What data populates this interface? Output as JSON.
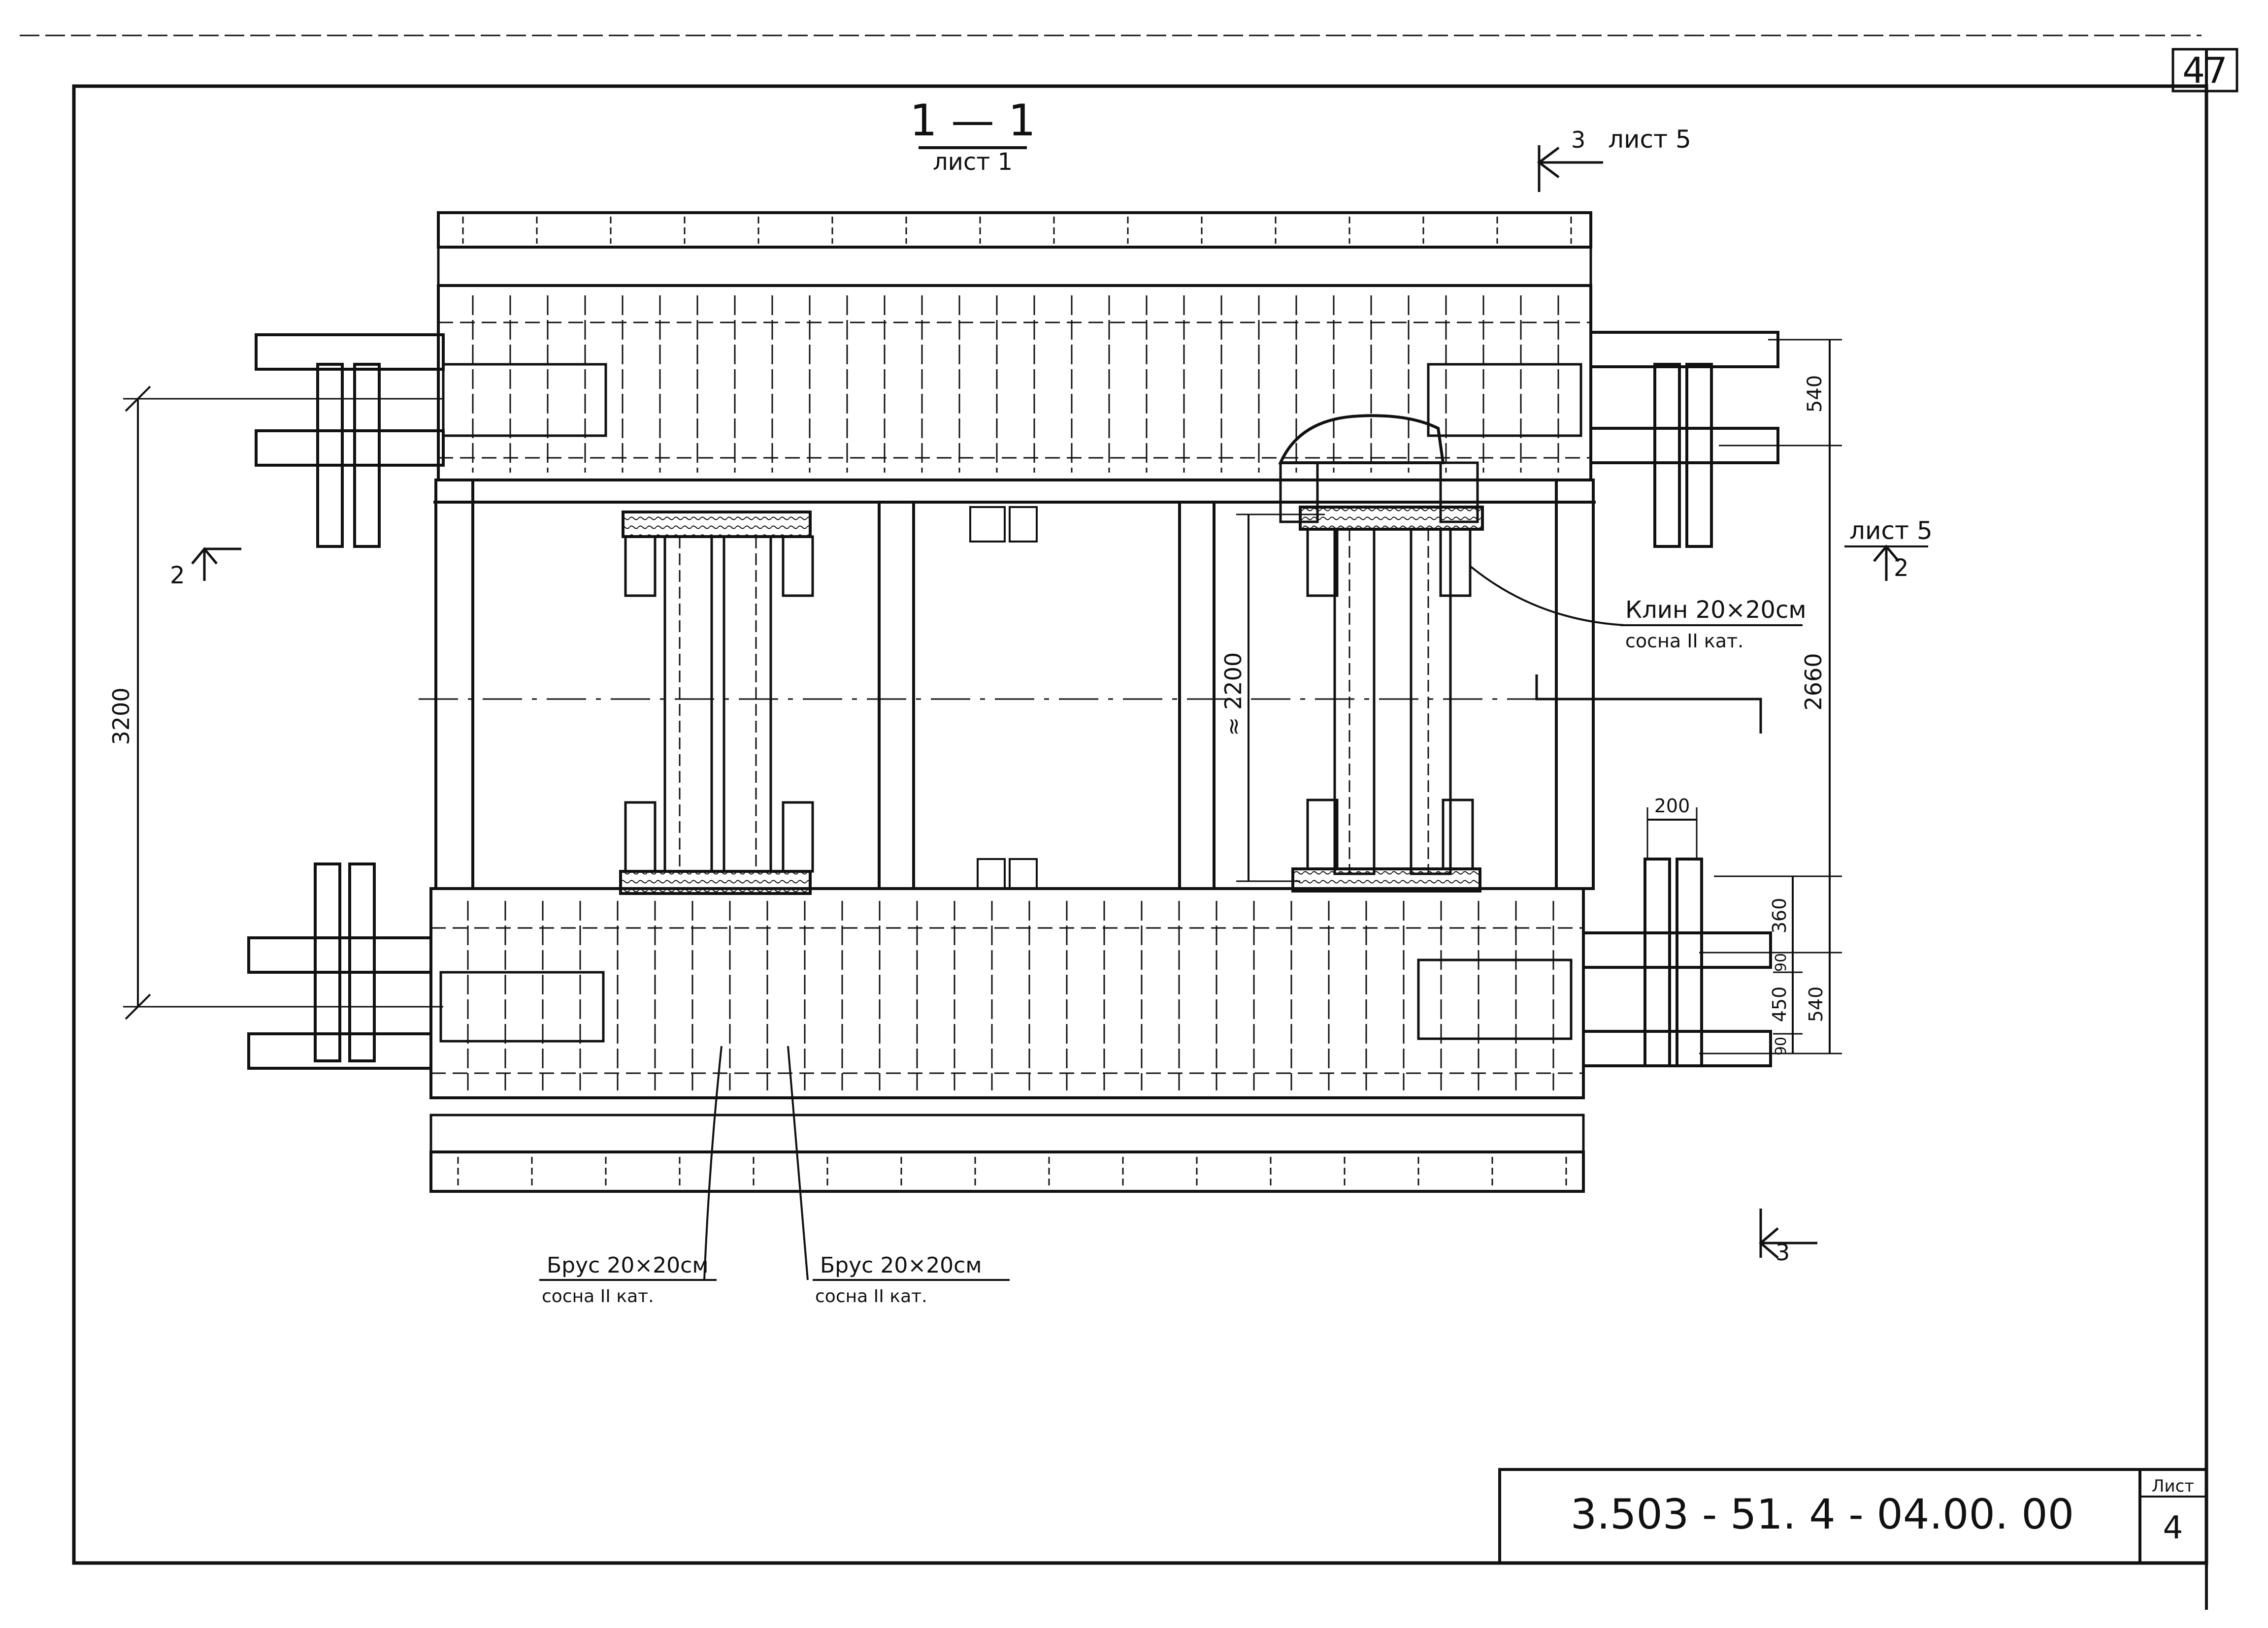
{
  "sheet": {
    "page_number": "47",
    "code": "3.503 - 51. 4 - 04.00. 00",
    "sheet_label": "Лист",
    "sheet_number": "4"
  },
  "section": {
    "title": "1 — 1",
    "ref": "лист 1"
  },
  "markers": {
    "m3_top": "3",
    "m3_top_ref": "лист 5",
    "m2_left": "2",
    "m2_right_ref": "лист 5",
    "m2_right": "2",
    "m3_bottom": "3"
  },
  "dimensions": {
    "d3200": "3200",
    "d2200": "≈ 2200",
    "d2660": "2660",
    "d540_top": "540",
    "d200": "200",
    "d360": "360",
    "d90a": "90",
    "d450": "450",
    "d540_bot": "540",
    "d90b": "90"
  },
  "callouts": {
    "klin_main": "Клин 20×20см",
    "klin_sub": "сосна II кат.",
    "brus1_main": "Брус 20×20см",
    "brus1_sub": "сосна II кат.",
    "brus2_main": "Брус 20×20см",
    "brus2_sub": "сосна II кат."
  }
}
